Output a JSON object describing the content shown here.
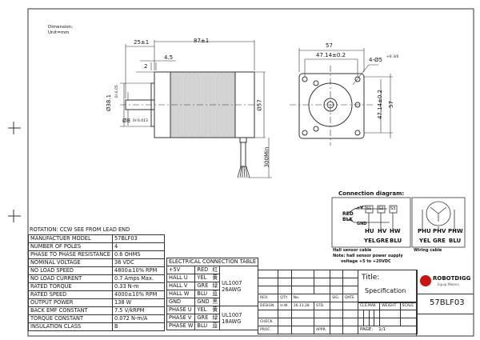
{
  "drawing": {
    "dimension_note": "Dimension:",
    "unit_note": "Unit=mm",
    "dims": {
      "shaft_len": "25±1",
      "body_len": "87±1",
      "d45": "4.5",
      "d2": "2",
      "pilot": "Ø38.1",
      "pilot_tol": "0/-0.05",
      "shaft": "Ø8",
      "shaft_tol": "0/-0.013",
      "body_dia": "Ø57",
      "lead": "300Min",
      "front_w": "57",
      "front_hole_pitch": "47.14±0.2",
      "holes": "4-Ø5",
      "holes_tol": "+0.3/0",
      "front_h": "57",
      "front_vpitch": "47.14±0.2"
    }
  },
  "connection": {
    "title": "Connection diagram:",
    "plus_v": "+V",
    "red": "RED",
    "blk": "BLK",
    "gnd": "GND",
    "sensors": [
      "S1",
      "S2",
      "S3"
    ],
    "hall_labels": [
      "HU",
      "HV",
      "HW"
    ],
    "hall_colors": [
      "YEL",
      "GRE",
      "BLU"
    ],
    "phase_labels": [
      "PHU",
      "PHV",
      "PHW"
    ],
    "phase_colors": [
      "YEL",
      "GRE",
      "BLU"
    ],
    "hall_caption": "Hall sensor cable",
    "note1": "Note: hall sensor power supply",
    "note2": "voltage +5 to +20VDC",
    "wiring_caption": "Wiring cable"
  },
  "specs": {
    "caption": "ROTATION: CCW SEE FROM LEAD END",
    "rows": [
      [
        "MANUFACTUER MODEL",
        "57BLF03"
      ],
      [
        "NUMBER OF POLES",
        "4"
      ],
      [
        "PHASE TO PHASE RESISTANCE",
        "0.6 OHMS"
      ],
      [
        "NOMINAL VOLTAGE",
        "36 VDC"
      ],
      [
        "NO LOAD SPEED",
        "4800±10% RPM"
      ],
      [
        "NO LOAD CURRENT",
        "0.7 Amps Max."
      ],
      [
        "RATED TORQUE",
        "0.33 N-m"
      ],
      [
        "RATED SPEED",
        "4000±10% RPM"
      ],
      [
        "OUTPUT POWER",
        "138 W"
      ],
      [
        "BACK EMF CONSTANT",
        "7.5 V/kRPM"
      ],
      [
        "TORQUE CONSTANT",
        "0.072 N-m/A"
      ],
      [
        "INSULATION CLASS",
        "B"
      ]
    ]
  },
  "electrical": {
    "title": "ELECTRICAL CONNECTION TABLE",
    "rows": [
      [
        "+5V",
        "RED",
        "红"
      ],
      [
        "HALL U",
        "YEL",
        "黄"
      ],
      [
        "HALL V",
        "GRE",
        "绿"
      ],
      [
        "HALL W",
        "BLU",
        "蓝"
      ],
      [
        "GND",
        "GND",
        "黑"
      ],
      [
        "PHASE U",
        "YEL",
        "黄"
      ],
      [
        "PHASE V",
        "GRE",
        "绿"
      ],
      [
        "PHASE W",
        "BLU",
        "蓝"
      ]
    ],
    "gauge1": "UL1007 26AWG",
    "gauge2": "UL1007 18AWG"
  },
  "titleblock": {
    "rev": "REV.",
    "qty": "QTY.",
    "no": "No.",
    "sig": "SIG.",
    "date": "DATE",
    "design": "DESIGN",
    "designer": "H.W",
    "design_date": "16.11.28",
    "std": "STD.",
    "check": "CHECK",
    "proc": "PROC.",
    "appr": "APPR.",
    "title_label": "Title:",
    "title_value": "Specification",
    "cls": "CLS.MAK",
    "weight": "WEIGHT",
    "scale": "SCALE",
    "page_label": "PAGE:",
    "page_value": "1/1",
    "brand": "ROBOTDIGG",
    "brand_tag": "Equip Makers",
    "part_no": "57BLF03"
  },
  "colors": {
    "line": "#333333",
    "logo": "#cc1111"
  }
}
